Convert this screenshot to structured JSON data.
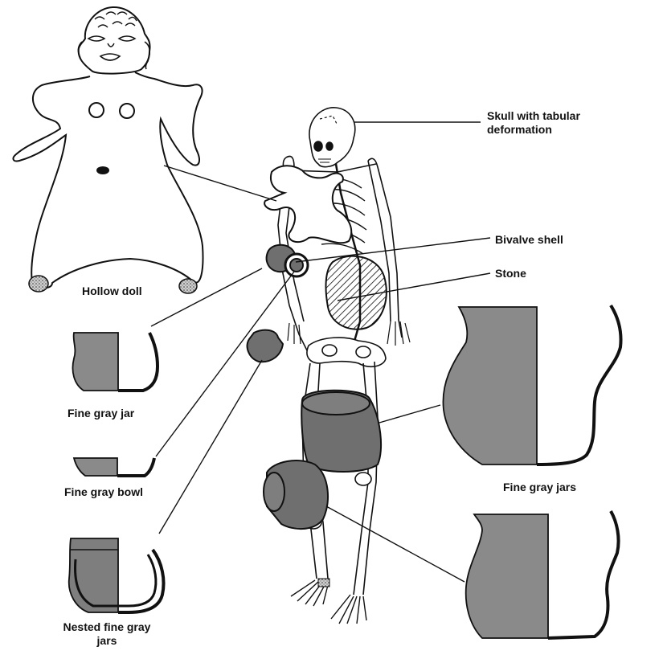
{
  "labels": {
    "skull": "Skull with tabular deformation",
    "bivalve": "Bivalve shell",
    "stone": "Stone",
    "doll": "Hollow doll",
    "jar": "Fine gray jar",
    "bowl": "Fine gray bowl",
    "nested": "Nested fine gray jars",
    "jars": "Fine gray jars"
  },
  "colors": {
    "ink": "#111111",
    "vessel_fill": "#8a8a8a",
    "dark_fill": "#6f6f6f",
    "paper": "#ffffff"
  }
}
